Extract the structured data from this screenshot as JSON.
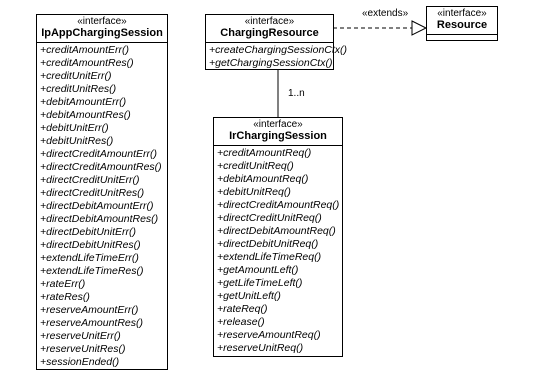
{
  "classes": {
    "app_charging_session": {
      "stereotype": "«interface»",
      "name": "IpAppChargingSession",
      "operations": [
        "+creditAmountErr()",
        "+creditAmountRes()",
        "+creditUnitErr()",
        "+creditUnitRes()",
        "+debitAmountErr()",
        "+debitAmountRes()",
        "+debitUnitErr()",
        "+debitUnitRes()",
        "+directCreditAmountErr()",
        "+directCreditAmountRes()",
        "+directCreditUnitErr()",
        "+directCreditUnitRes()",
        "+directDebitAmountErr()",
        "+directDebitAmountRes()",
        "+directDebitUnitErr()",
        "+directDebitUnitRes()",
        "+extendLifeTimeErr()",
        "+extendLifeTimeRes()",
        "+rateErr()",
        "+rateRes()",
        "+reserveAmountErr()",
        "+reserveAmountRes()",
        "+reserveUnitErr()",
        "+reserveUnitRes()",
        "+sessionEnded()"
      ]
    },
    "charging_resource": {
      "stereotype": "«interface»",
      "name": "ChargingResource",
      "operations": [
        "+createChargingSessionCtx()",
        "+getChargingSessionCtx()"
      ]
    },
    "resource": {
      "stereotype": "«interface»",
      "name": "Resource",
      "operations": []
    },
    "charging_session": {
      "stereotype": "«interface»",
      "name": "IrChargingSession",
      "operations": [
        "+creditAmountReq()",
        "+creditUnitReq()",
        "+debitAmountReq()",
        "+debitUnitReq()",
        "+directCreditAmountReq()",
        "+directCreditUnitReq()",
        "+directDebitAmountReq()",
        "+directDebitUnitReq()",
        "+extendLifeTimeReq()",
        "+getAmountLeft()",
        "+getLifeTimeLeft()",
        "+getUnitLeft()",
        "+rateReq()",
        "+release()",
        "+reserveAmountReq()",
        "+reserveUnitReq()"
      ]
    }
  },
  "relations": {
    "extends_label": "«extends»",
    "multiplicity": "1..n"
  }
}
